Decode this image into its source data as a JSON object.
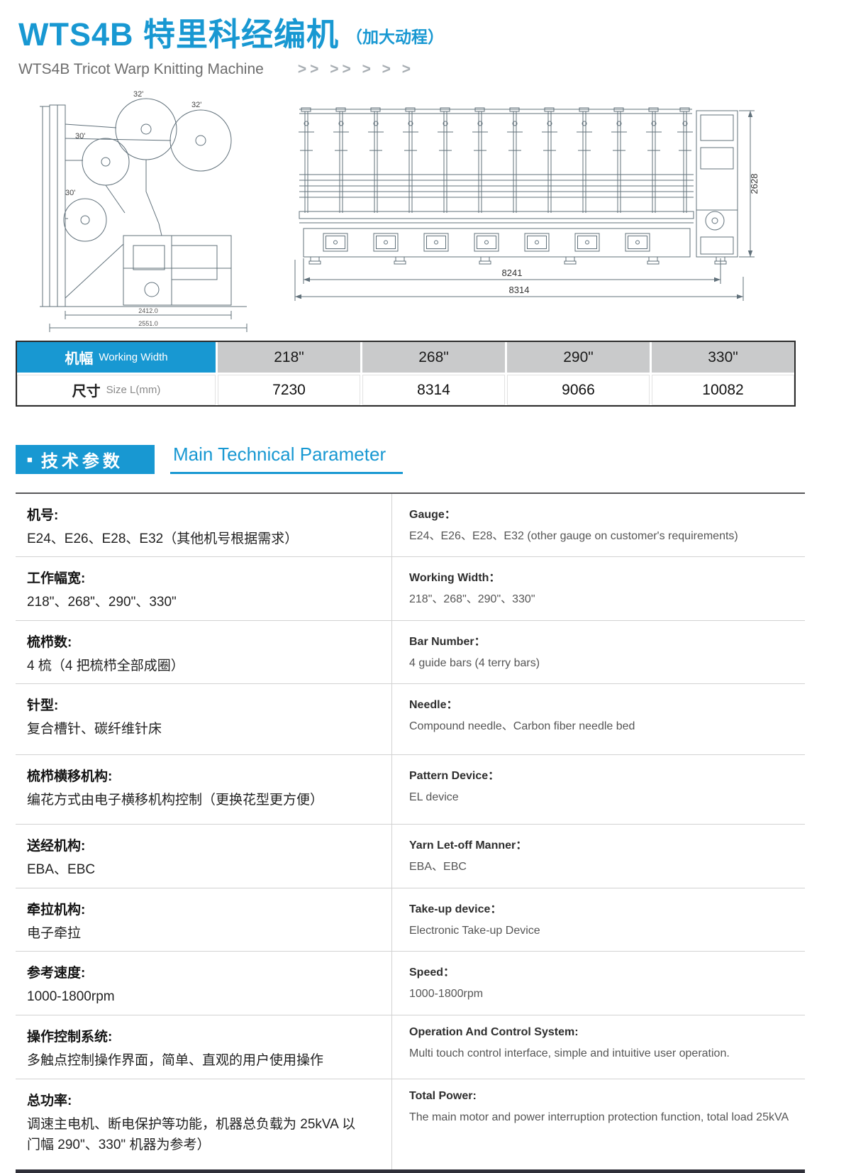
{
  "accent_color": "#1898d2",
  "header": {
    "model_and_title": "WTS4B 特里科经编机",
    "title_note": "（加大动程）",
    "subtitle": "WTS4B Tricot Warp Knitting Machine",
    "chevrons": ">>  >>  >  >  >"
  },
  "drawings": {
    "side_view": {
      "beam_labels": [
        "32'",
        "32'",
        "30'",
        "30'"
      ],
      "dim_width_1": "2412.0",
      "dim_width_2": "2551.0"
    },
    "front_view": {
      "dim_height": "2628",
      "dim_width_inner": "8241",
      "dim_width_outer": "8314"
    }
  },
  "size_table": {
    "corner": {
      "cn": "机幅",
      "en": "Working Width"
    },
    "row_header": {
      "cn": "尺寸",
      "en": "Size L(mm)"
    },
    "widths": [
      "218\"",
      "268\"",
      "290\"",
      "330\""
    ],
    "lengths": [
      "7230",
      "8314",
      "9066",
      "10082"
    ]
  },
  "section_header": {
    "bullet": "■",
    "cn": "技术参数",
    "en": "Main Technical Parameter"
  },
  "specs": [
    {
      "cn_label": "机号:",
      "cn_value": "E24、E26、E28、E32（其他机号根据需求）",
      "en_label": "Gauge：",
      "en_value": "E24、E26、E28、E32 (other gauge on customer's requirements)"
    },
    {
      "cn_label": "工作幅宽:",
      "cn_value": "218\"、268\"、290\"、330\"",
      "en_label": "Working Width：",
      "en_value": "218\"、268\"、290\"、330\""
    },
    {
      "cn_label": "梳栉数:",
      "cn_value": "4 梳（4 把梳栉全部成圈）",
      "en_label": "Bar Number：",
      "en_value": "4 guide bars (4 terry bars)"
    },
    {
      "cn_label": "针型:",
      "cn_value": "复合槽针、碳纤维针床",
      "en_label": "Needle：",
      "en_value": "Compound needle、Carbon fiber needle bed"
    },
    {
      "cn_label": "梳栉横移机构:",
      "cn_value": "编花方式由电子横移机构控制（更换花型更方便）",
      "en_label": "Pattern Device：",
      "en_value": "EL device"
    },
    {
      "cn_label": "送经机构:",
      "cn_value": "EBA、EBC",
      "en_label": "Yarn Let-off Manner：",
      "en_value": "EBA、EBC"
    },
    {
      "cn_label": "牵拉机构:",
      "cn_value": "电子牵拉",
      "en_label": "Take-up device：",
      "en_value": "Electronic Take-up Device"
    },
    {
      "cn_label": "参考速度:",
      "cn_value": "1000-1800rpm",
      "en_label": "Speed：",
      "en_value": "1000-1800rpm"
    },
    {
      "cn_label": "操作控制系统:",
      "cn_value": "多触点控制操作界面，简单、直观的用户使用操作",
      "en_label": "Operation And Control System:",
      "en_value": "Multi touch control interface, simple and intuitive user operation."
    },
    {
      "cn_label": "总功率:",
      "cn_value": "调速主电机、断电保护等功能，机器总负载为 25kVA 以门幅 290\"、330\" 机器为参考）",
      "en_label": "Total Power:",
      "en_value": "The main motor and power interruption protection function,  total load 25kVA"
    }
  ]
}
